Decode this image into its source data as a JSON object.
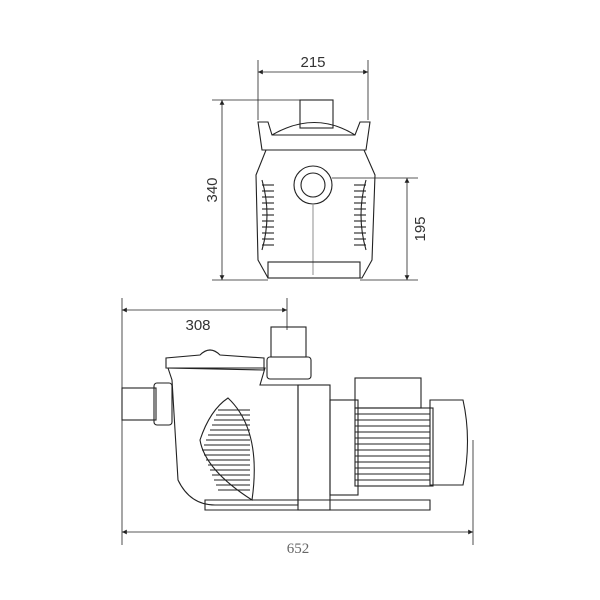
{
  "drawing": {
    "front_view": {
      "width_label": "215",
      "height_label": "340",
      "port_height_label": "195"
    },
    "side_view": {
      "suction_length_label": "308",
      "overall_length_label": "652"
    }
  }
}
